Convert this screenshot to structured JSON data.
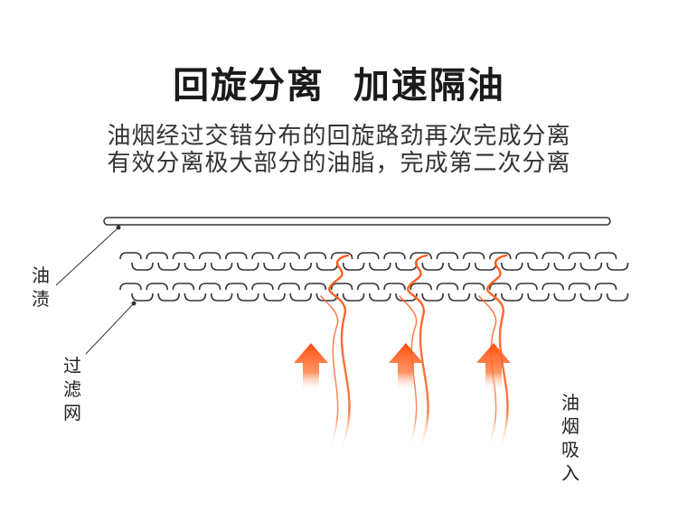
{
  "title": "回旋分离  加速隔油",
  "description": {
    "line1": "油烟经过交错分布的回旋路劲再次完成分离",
    "line2": "有效分离极大部分的油脂，完成第二次分离"
  },
  "labels": {
    "oil_stain": [
      "油",
      "渍"
    ],
    "filter_mesh": [
      "过",
      "滤",
      "网"
    ],
    "smoke_intake": [
      "油",
      "烟",
      "吸",
      "入"
    ]
  },
  "colors": {
    "title": "#1a1a1a",
    "text": "#333333",
    "lines": "#333333",
    "flow": "#ff5a1f",
    "arrow": "#ff4d0f"
  },
  "diagram": {
    "mesh_rows": 2,
    "mesh_units_per_row": 19,
    "flow_streams": 3,
    "arrow_count": 3
  }
}
